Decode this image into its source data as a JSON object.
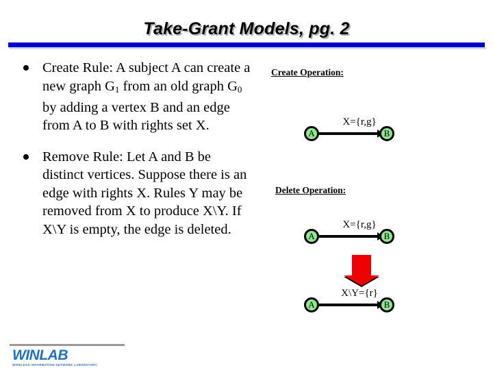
{
  "slide": {
    "title": "Take-Grant Models, pg. 2",
    "rule_color": "#0000cc",
    "background": "#ffffff"
  },
  "bullets": [
    {
      "marker": "bullet-disc",
      "segments": [
        {
          "text": "Create Rule: A subject A can create a new graph G"
        },
        {
          "sub": "1"
        },
        {
          "text": " from an old graph G"
        },
        {
          "sub": "0"
        },
        {
          "text": " by adding a vertex B and an edge from A to B with rights set X."
        }
      ],
      "plain": "Create Rule: A subject A can create a new graph G1 from an old graph G0 by adding a vertex B and an edge from A to B with rights set X."
    },
    {
      "marker": "bullet-disc",
      "segments": [
        {
          "text": "Remove Rule: Let A and B be distinct vertices. Suppose there is an edge with rights X. Rules Y may be removed from X to produce X\\Y. If X\\Y is empty, the edge is deleted."
        }
      ],
      "plain": "Remove Rule: Let A and B be distinct vertices. Suppose there is an edge with rights X. Rules Y may be removed from X to produce X\\Y. If X\\Y is empty, the edge is deleted."
    }
  ],
  "diagrams": {
    "create": {
      "heading": "Create Operation:",
      "graph": {
        "source_label": "A",
        "target_label": "B",
        "edge_label": "X={r,g}"
      }
    },
    "delete": {
      "heading": "Delete Operation:",
      "before": {
        "source_label": "A",
        "target_label": "B",
        "edge_label": "X={r,g}"
      },
      "transform_icon": "down-arrow-icon",
      "transform_color": "#ee0000",
      "after": {
        "source_label": "A",
        "target_label": "B",
        "edge_label": "X\\Y={r}"
      }
    },
    "node_fill": "#8ee98e",
    "node_stroke": "#000000"
  },
  "footer": {
    "logo_word": "WINLAB",
    "logo_subtitle": "WIRELESS INFORMATION NETWORK LABORATORY",
    "logo_color": "#1f6fc4",
    "rule_color": "#9a9a9a"
  }
}
